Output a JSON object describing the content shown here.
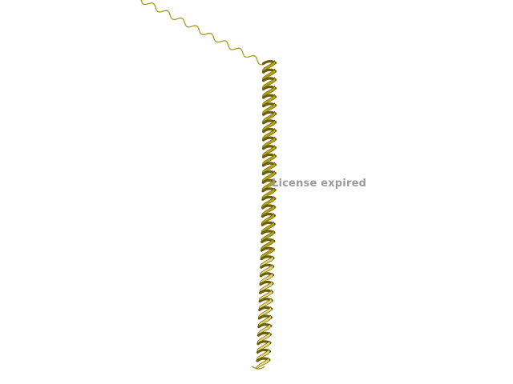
{
  "viewer": {
    "watermark_text": "License expired"
  },
  "structure": {
    "representation": "cartoon",
    "elements": [
      {
        "type": "coil",
        "name": "n-terminal-coil"
      },
      {
        "type": "helix",
        "name": "alpha-helix",
        "turns": 36
      }
    ]
  },
  "colors": {
    "background": "#ffffff",
    "helix_dark": "#6b5e00",
    "helix_mid": "#b5a31a",
    "helix_light": "#e3d77a",
    "coil": "#a89a20",
    "watermark": "#9a9a9a"
  }
}
